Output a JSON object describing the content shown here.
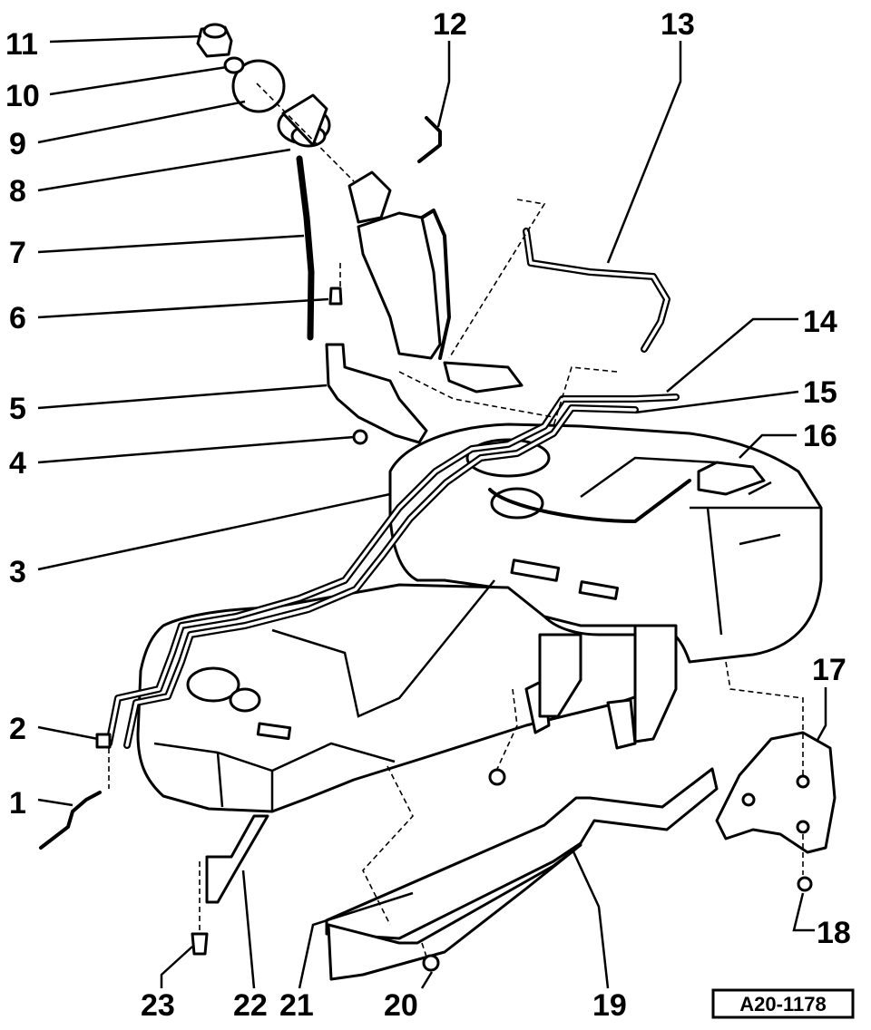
{
  "callouts": {
    "n1": "1",
    "n2": "2",
    "n3": "3",
    "n4": "4",
    "n5": "5",
    "n6": "6",
    "n7": "7",
    "n8": "8",
    "n9": "9",
    "n10": "10",
    "n11": "11",
    "n12": "12",
    "n13": "13",
    "n14": "14",
    "n15": "15",
    "n16": "16",
    "n17": "17",
    "n18": "18",
    "n19": "19",
    "n20": "20",
    "n21": "21",
    "n22": "22",
    "n23": "23"
  },
  "reference": "A20-1178"
}
